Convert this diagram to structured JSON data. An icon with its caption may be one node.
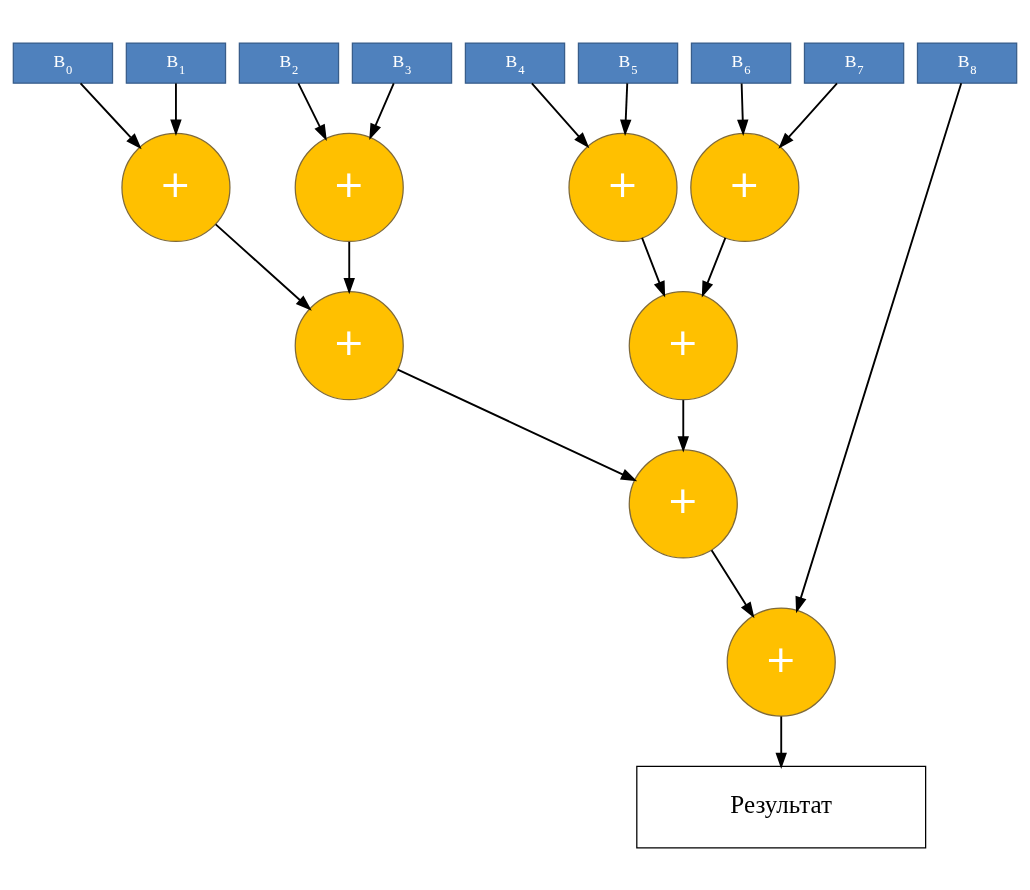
{
  "diagram": {
    "nodes": [
      {
        "text": [
          "B$_{0}$"
        ]
      },
      {
        "text": [
          "B$_{1}$"
        ]
      },
      {
        "text": [
          "B$_{2}$"
        ]
      },
      {
        "text": [
          "B$_{3}$"
        ]
      },
      {
        "text": [
          "B$_{4}$"
        ]
      },
      {
        "text": [
          "B$_{5}$"
        ]
      },
      {
        "text": [
          "B$_{6}$"
        ]
      },
      {
        "text": [
          "B$_{7}$"
        ]
      },
      {
        "text": [
          "B$_{8}$"
        ]
      },
      {
        "text": [
          "+"
        ]
      },
      {
        "text": [
          "+"
        ]
      },
      {
        "text": [
          "+"
        ]
      },
      {
        "text": [
          "+"
        ]
      },
      {
        "text": [
          "+"
        ]
      },
      {
        "text": [
          "+"
        ]
      },
      {
        "text": [
          "+"
        ]
      },
      {
        "text": [
          "+"
        ]
      },
      {
        "text": [
          "Результат"
        ]
      }
    ],
    "edges": [
      {
        "from": 0,
        "to": 9,
        "arrow": "to"
      },
      {
        "from": 1,
        "to": 9,
        "arrow": "to"
      },
      {
        "from": 2,
        "to": 10,
        "arrow": "to"
      },
      {
        "from": 3,
        "to": 10,
        "arrow": "to"
      },
      {
        "from": 4,
        "to": 11,
        "arrow": "to"
      },
      {
        "from": 5,
        "to": 11,
        "arrow": "to"
      },
      {
        "from": 6,
        "to": 12,
        "arrow": "to"
      },
      {
        "from": 7,
        "to": 12,
        "arrow": "to"
      },
      {
        "from": 9,
        "to": 13,
        "arrow": "to"
      },
      {
        "from": 10,
        "to": 13,
        "arrow": "to"
      },
      {
        "from": 11,
        "to": 14,
        "arrow": "to"
      },
      {
        "from": 12,
        "to": 14,
        "arrow": "to"
      },
      {
        "from": 13,
        "to": 15,
        "arrow": "to"
      },
      {
        "from": 14,
        "to": 15,
        "arrow": "to"
      },
      {
        "from": 15,
        "to": 16,
        "arrow": "to"
      },
      {
        "from": 8,
        "to": 16,
        "arrow": "to"
      },
      {
        "from": 16,
        "to": 17,
        "arrow": "to"
      }
    ]
  }
}
